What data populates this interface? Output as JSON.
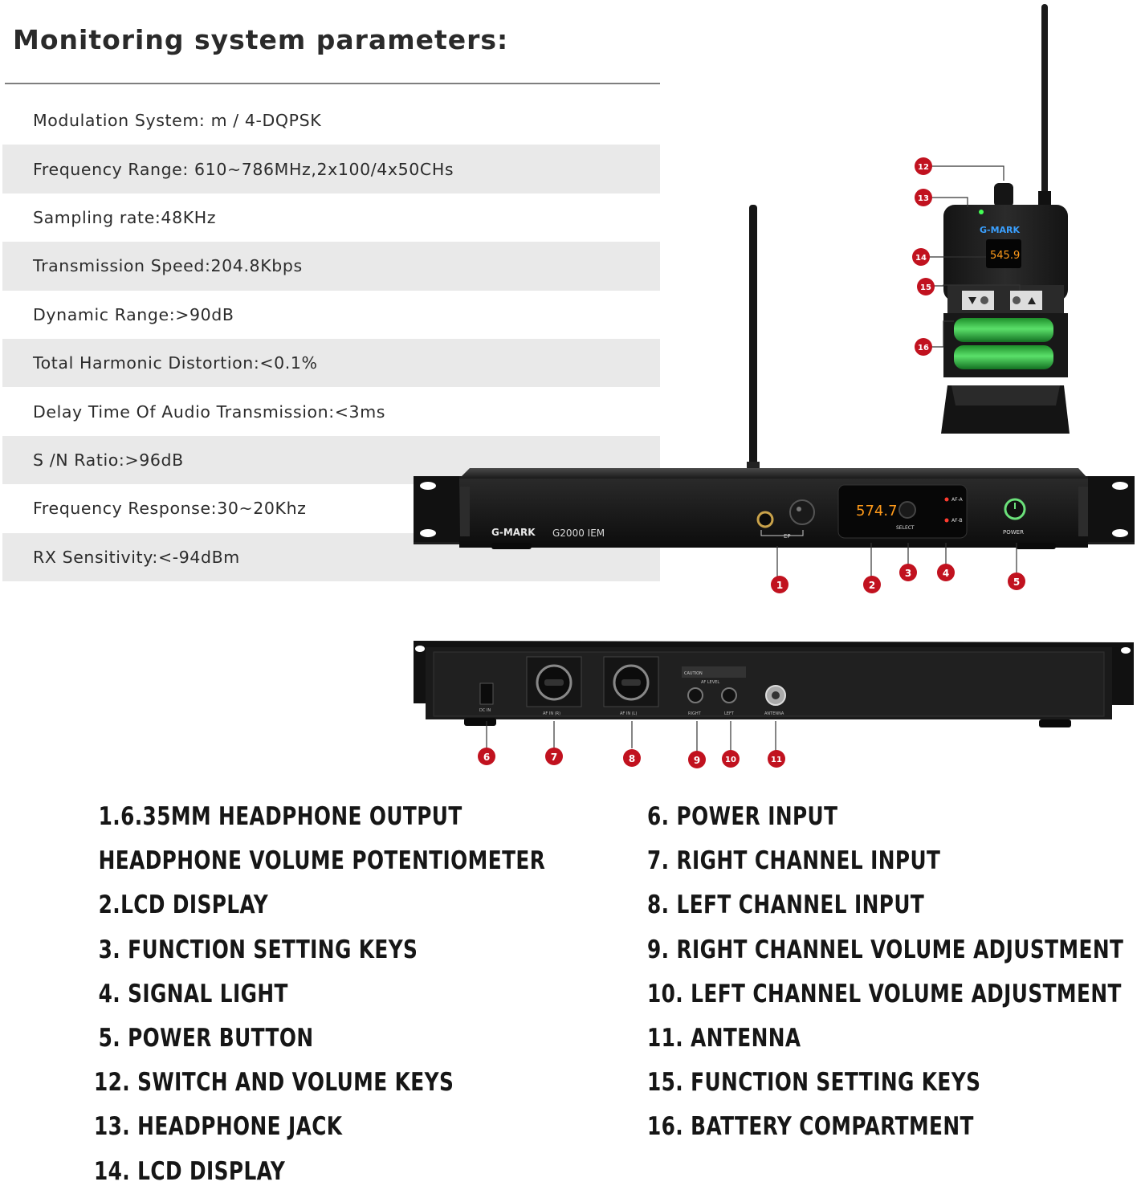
{
  "title": "Monitoring system parameters:",
  "specs": [
    {
      "label": "Modulation System:",
      "value": "m / 4-DQPSK"
    },
    {
      "label": "Frequency Range:",
      "value": "610~786MHz,2x100/4x50CHs"
    },
    {
      "label": "Sampling rate:",
      "value": "48KHz"
    },
    {
      "label": "Transmission Speed:",
      "value": "204.8Kbps"
    },
    {
      "label": "Dynamic Range:",
      "value": ">90dB"
    },
    {
      "label": "Total Harmonic Distortion:",
      "value": "<0.1%"
    },
    {
      "label": "Delay Time Of Audio Transmission:",
      "value": "<3ms"
    },
    {
      "label": "S /N Ratio:",
      "value": ">96dB"
    },
    {
      "label": "Frequency Response:",
      "value": "30~20Khz"
    },
    {
      "label": "RX Sensitivity:",
      "value": "<-94dBm"
    }
  ],
  "device": {
    "brand": "G-MARK",
    "model": "G2000 IEM",
    "ep_label": "EP",
    "display": "574.7",
    "select_label": "SELECT",
    "af_a_label": "AF-A",
    "af_b_label": "AF-B",
    "power_label": "POWER",
    "rear_dc_label": "DC IN",
    "rear_af_in_r": "AF IN (R)",
    "rear_af_in_l": "AF IN (L)",
    "rear_af_level": "AF LEVEL",
    "rear_right": "RIGHT",
    "rear_left": "LEFT",
    "rear_antenna": "ANTENNA",
    "rear_caution": "CAUTION",
    "receiver_brand": "G-MARK",
    "receiver_display": "545.9"
  },
  "markers": [
    "1",
    "2",
    "3",
    "4",
    "5",
    "6",
    "7",
    "8",
    "9",
    "10",
    "11",
    "12",
    "13",
    "14",
    "15",
    "16"
  ],
  "legend_left": [
    "1.6.35MM HEADPHONE OUTPUT",
    "HEADPHONE VOLUME POTENTIOMETER",
    "2.LCD DISPLAY",
    "3. FUNCTION SETTING KEYS",
    "4. SIGNAL LIGHT",
    "5. POWER BUTTON",
    "12. SWITCH AND VOLUME KEYS",
    "13. HEADPHONE JACK",
    "14. LCD DISPLAY"
  ],
  "legend_right": [
    "6. POWER INPUT",
    "7. RIGHT CHANNEL INPUT",
    "8. LEFT CHANNEL INPUT",
    "9. RIGHT CHANNEL VOLUME ADJUSTMENT",
    "10. LEFT CHANNEL VOLUME ADJUSTMENT",
    "11. ANTENNA",
    "15. FUNCTION SETTING KEYS",
    "16. BATTERY COMPARTMENT"
  ],
  "colors": {
    "marker": "#c1121f",
    "lcd": "#ff9a1a",
    "battery": "#2fbf3a",
    "shade": "#e9e9e9"
  }
}
